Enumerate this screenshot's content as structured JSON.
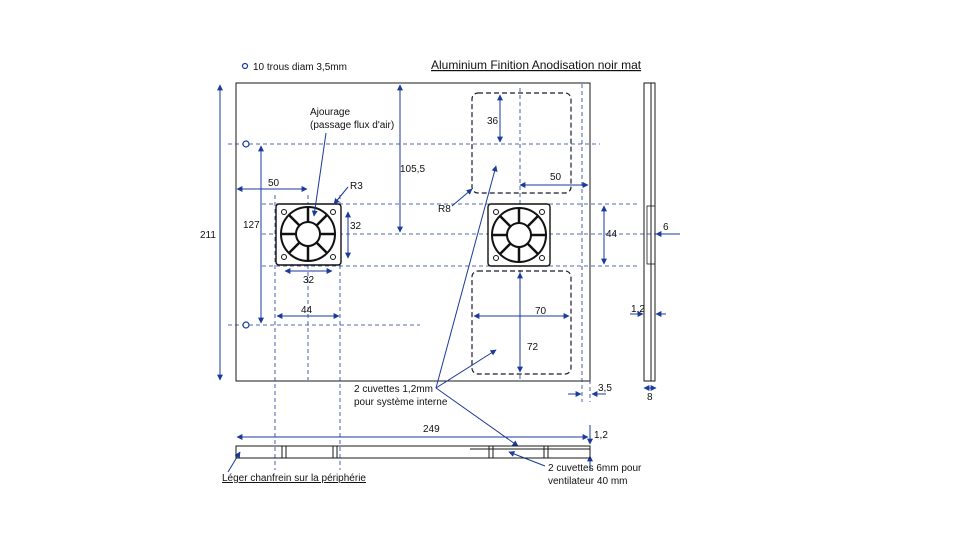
{
  "drawing": {
    "title": "Aluminium Finition Anodisation noir mat",
    "holes_note": "10 trous diam 3,5mm",
    "notes": {
      "ajourage_line1": "Ajourage",
      "ajourage_line2": "(passage flux d'air)",
      "cuvettes_int_line1": "2 cuvettes 1,2mm",
      "cuvettes_int_line2": "pour système interne",
      "cuvettes_fan_line1": "2 cuvettes 6mm pour",
      "cuvettes_fan_line2": "ventilateur 40 mm",
      "chanfrein": "Léger chanfrein sur la périphérie"
    },
    "dimensions": {
      "height_total": "211",
      "holes_spacing": "127",
      "offset_50_left": "50",
      "radius_r3": "R3",
      "fan_height": "32",
      "fan_width": "32",
      "width_44": "44",
      "top_offset": "105,5",
      "pocket_depth": "36",
      "radius_r8": "R8",
      "offset_50_right": "50",
      "fan2_height": "44",
      "pocket_width": "70",
      "pocket_height": "72",
      "margin_3_5": "3,5",
      "width_total": "249",
      "thickness_1_2_bottom": "1,2",
      "side_thickness_6": "6",
      "side_thickness_1_2": "1,2",
      "side_thickness_8": "8"
    },
    "colors": {
      "dimension": "#1a3a9c",
      "outline": "#1a1a1a"
    }
  }
}
